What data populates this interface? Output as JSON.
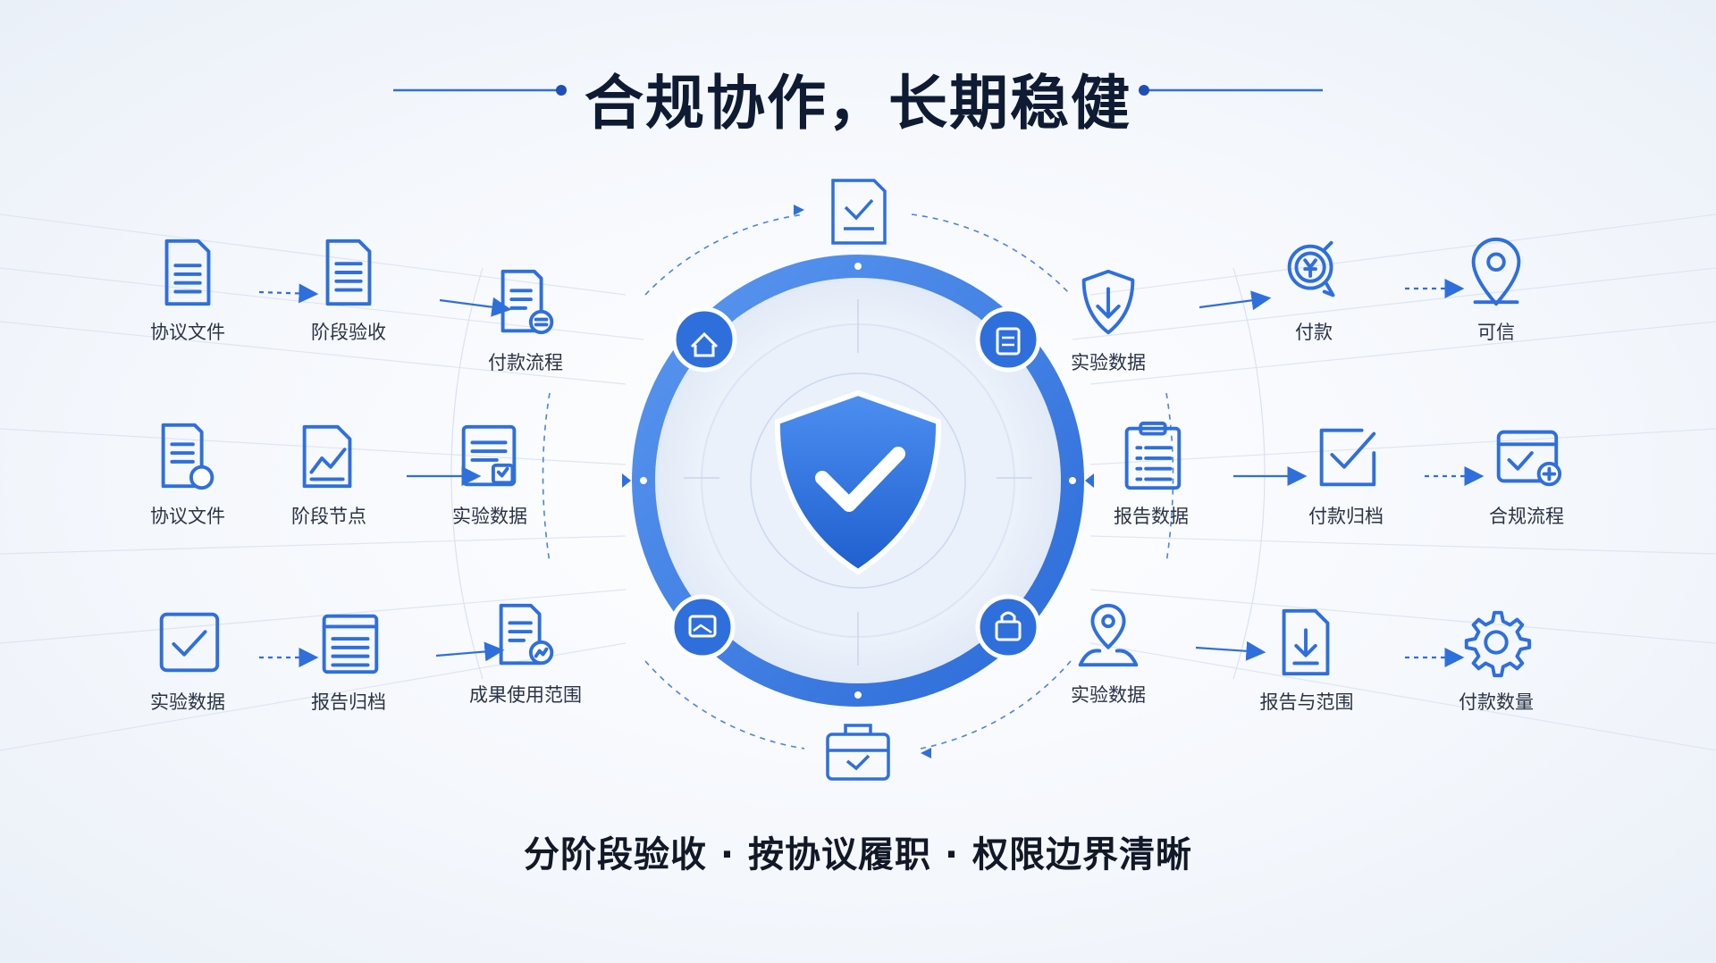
{
  "title": "合规协作，长期稳健",
  "subtitle": "分阶段验收 · 按协议履职 · 权限边界清晰",
  "colors": {
    "accent": "#2f6fdc",
    "ring": "#3e7fe8",
    "shield_top": "#4c8ff0",
    "shield_bottom": "#1f5fcf",
    "text_dark": "#0e1b33"
  },
  "left_nodes": [
    {
      "label": "协议文件",
      "icon": "document-icon"
    },
    {
      "label": "阶段验收",
      "icon": "document-lines-icon"
    },
    {
      "label": "付款流程",
      "icon": "document-list-icon"
    },
    {
      "label": "协议文件",
      "icon": "document-clock-icon"
    },
    {
      "label": "阶段节点",
      "icon": "chart-document-icon"
    },
    {
      "label": "实验数据",
      "icon": "document-check-icon"
    },
    {
      "label": "实验数据",
      "icon": "checkbox-icon"
    },
    {
      "label": "报告归档",
      "icon": "notepad-icon"
    },
    {
      "label": "成果使用范围",
      "icon": "document-chart-icon"
    }
  ],
  "right_nodes": [
    {
      "label": "实验数据",
      "icon": "shield-download-icon"
    },
    {
      "label": "付款",
      "icon": "coin-badge-icon"
    },
    {
      "label": "可信",
      "icon": "location-pin-icon"
    },
    {
      "label": "报告数据",
      "icon": "clipboard-list-icon"
    },
    {
      "label": "付款归档",
      "icon": "check-square-icon"
    },
    {
      "label": "合规流程",
      "icon": "calendar-add-icon"
    },
    {
      "label": "实验数据",
      "icon": "user-pin-icon"
    },
    {
      "label": "报告与范围",
      "icon": "document-download-icon"
    },
    {
      "label": "付款数量",
      "icon": "gear-icon"
    }
  ],
  "ring_icons": [
    "home-icon",
    "clipboard-icon",
    "image-icon",
    "lock-box-icon"
  ],
  "top_icon": "checklist-document-icon",
  "bottom_icon": "briefcase-check-icon",
  "center_icon": "shield-check-icon"
}
